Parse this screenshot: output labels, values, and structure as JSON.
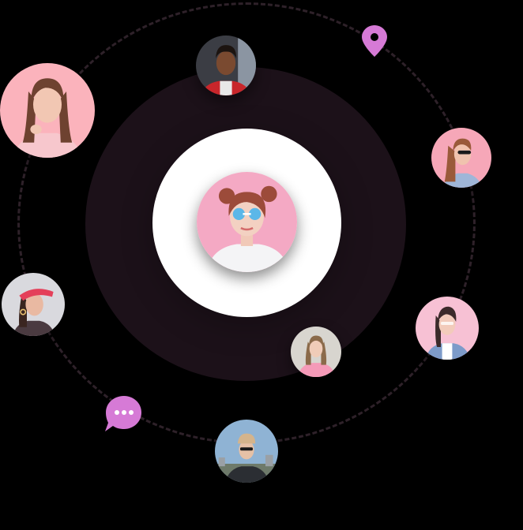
{
  "scene": {
    "center_user": {
      "name": "center-user-avatar",
      "icon": "woman-sunglasses-buns"
    },
    "orbit_users": [
      {
        "name": "man-red-jacket",
        "icon": "man-red-jacket"
      },
      {
        "name": "woman-pink-blouse",
        "icon": "woman-pink-blouse"
      },
      {
        "name": "woman-sunglasses",
        "icon": "woman-sunglasses"
      },
      {
        "name": "woman-denim-jacket",
        "icon": "woman-denim-jacket"
      },
      {
        "name": "woman-pink-sweater",
        "icon": "woman-pink-sweater"
      },
      {
        "name": "man-sunglasses-outdoor",
        "icon": "man-sunglasses-outdoor"
      },
      {
        "name": "woman-red-visor",
        "icon": "woman-red-visor"
      }
    ],
    "markers": [
      {
        "icon": "location-pin-icon",
        "color": "#d67ad6"
      },
      {
        "icon": "chat-bubble-icon",
        "color": "#d67ad6"
      }
    ],
    "colors": {
      "background": "#000000",
      "orbit_ring": "#2e2129",
      "halo": "#1c1119",
      "center_disc": "#ffffff",
      "accent": "#d67ad6"
    }
  }
}
